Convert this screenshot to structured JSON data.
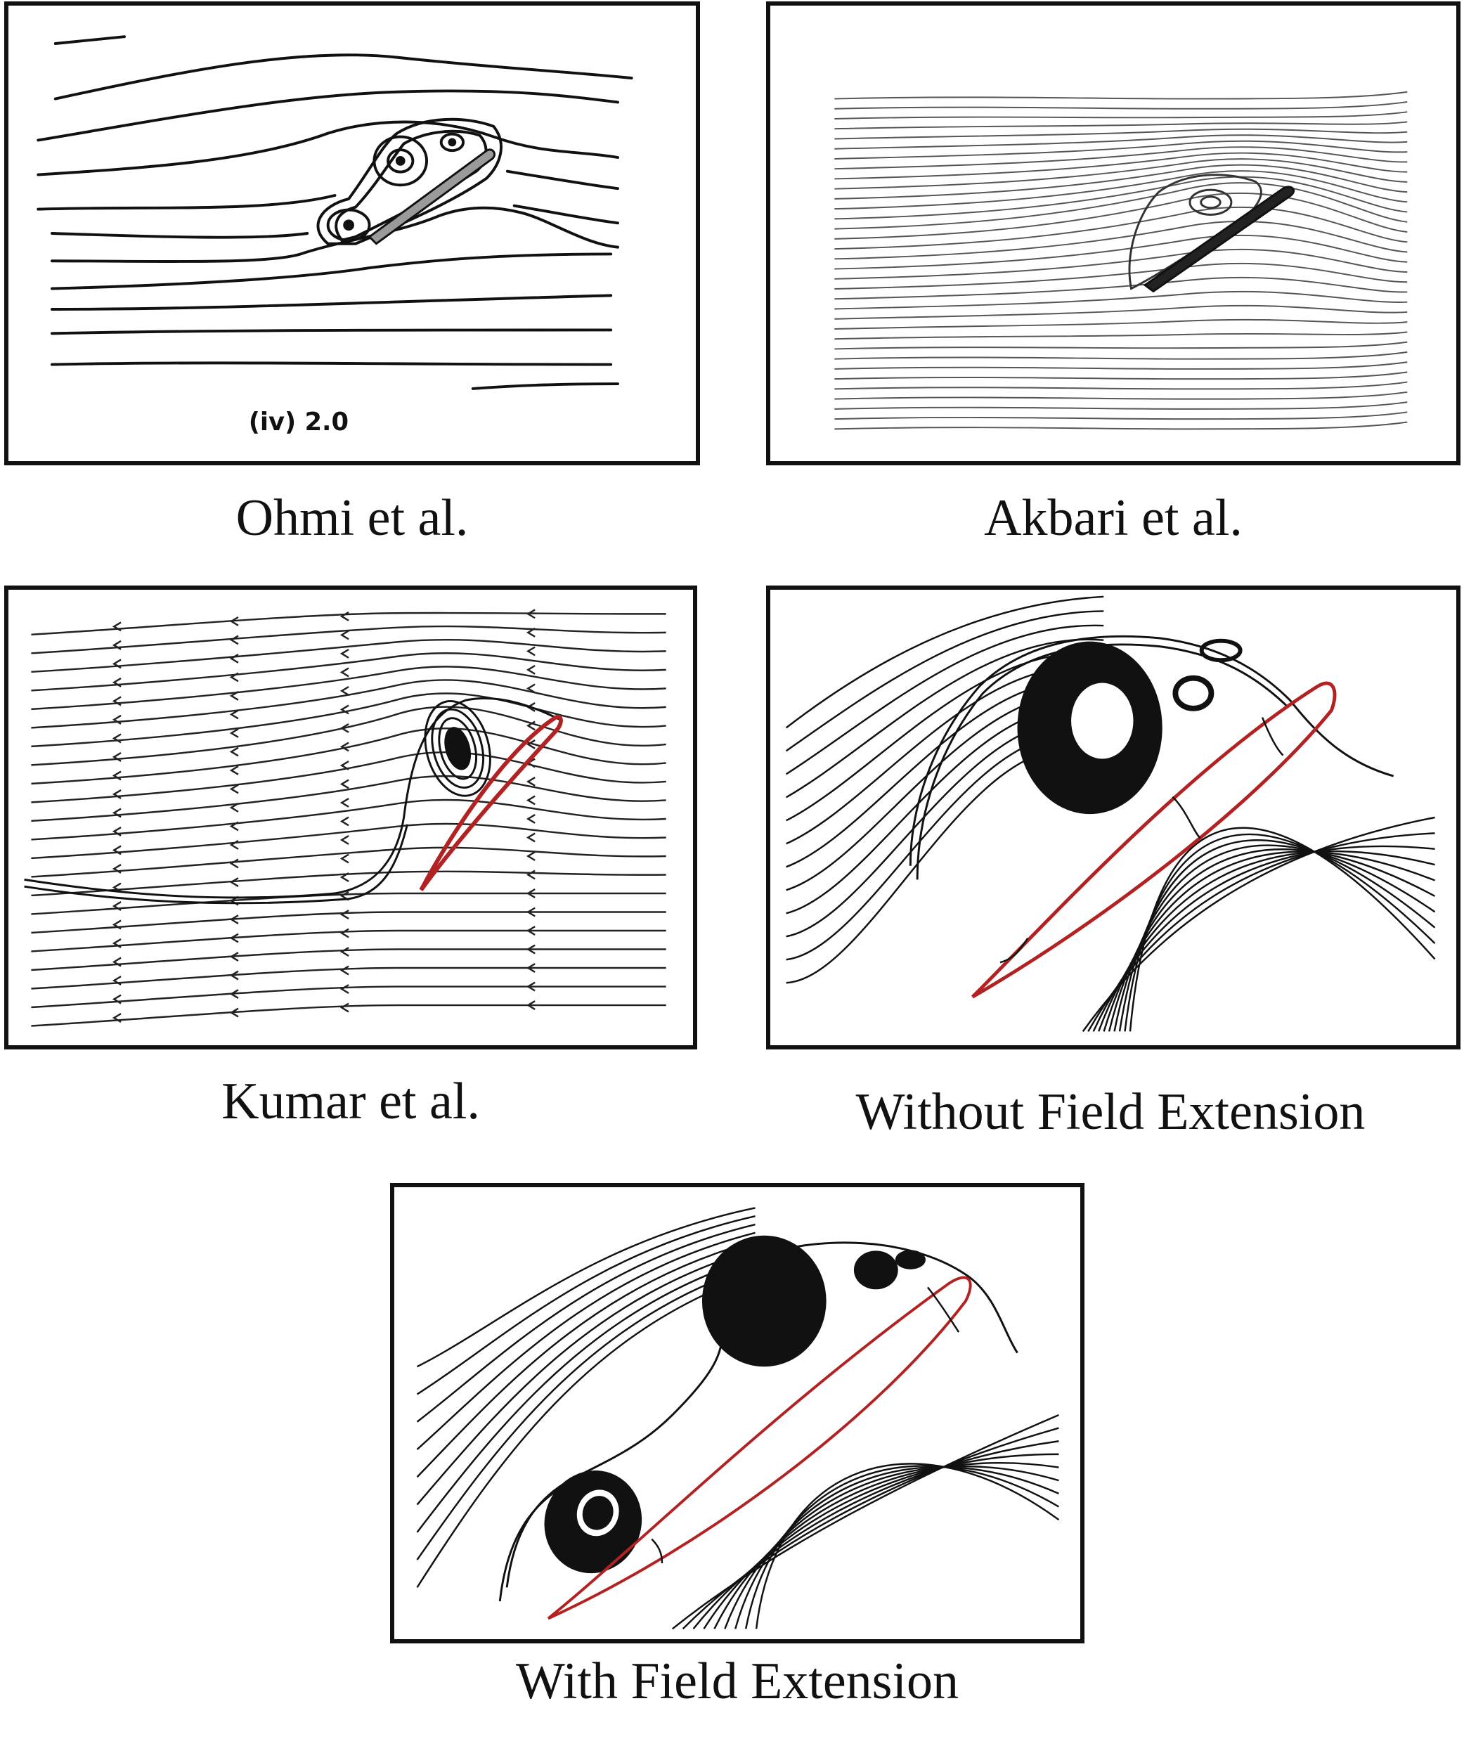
{
  "panels": [
    {
      "id": "ohmi",
      "caption": "Ohmi et al.",
      "inner_label": "(iv) 2.0"
    },
    {
      "id": "akbari",
      "caption": "Akbari et al."
    },
    {
      "id": "kumar",
      "caption": "Kumar et al."
    },
    {
      "id": "without",
      "caption": "Without Field Extension"
    },
    {
      "id": "with",
      "caption": "With Field Extension"
    }
  ],
  "colors": {
    "streamline": "#111111",
    "airfoil": "#b22222",
    "hatch": "#888888"
  }
}
